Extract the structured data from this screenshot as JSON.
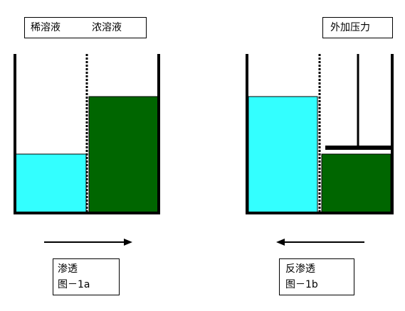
{
  "labels": {
    "dilute_solution": "稀溶液",
    "concentrated_solution": "浓溶液",
    "external_pressure": "外加压力",
    "osmosis_title": "渗透",
    "osmosis_figure": "图－1a",
    "reverse_osmosis_title": "反渗透",
    "reverse_osmosis_figure": "图－1b"
  },
  "colors": {
    "dilute": "#33ffff",
    "concentrated": "#006600",
    "outline": "#000000"
  },
  "arrows": {
    "left_panel": "right",
    "right_panel": "left"
  }
}
